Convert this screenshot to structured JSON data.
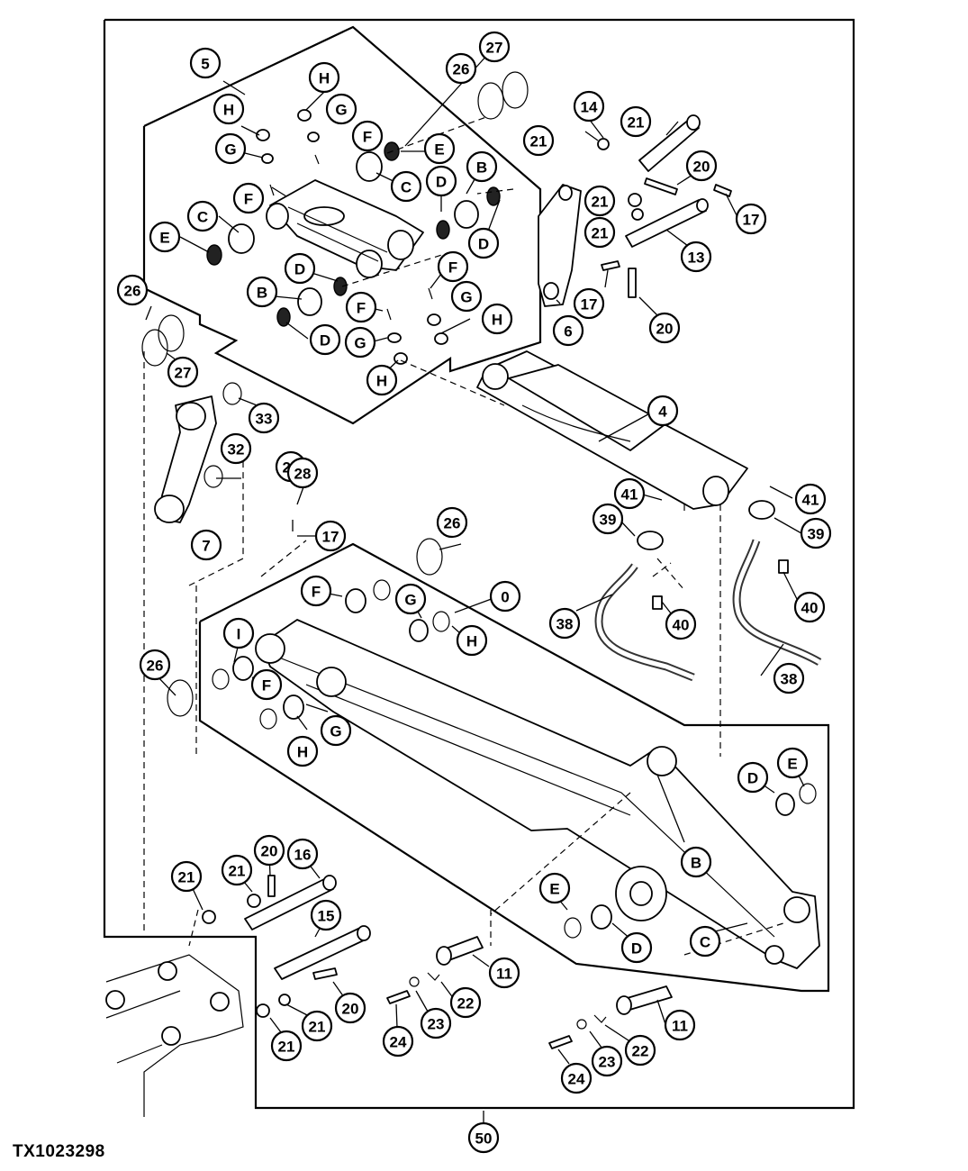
{
  "figure_id": "TX1023298",
  "callouts": [
    {
      "label": "5"
    },
    {
      "label": "H"
    },
    {
      "label": "H"
    },
    {
      "label": "G"
    },
    {
      "label": "G"
    },
    {
      "label": "F"
    },
    {
      "label": "E"
    },
    {
      "label": "C"
    },
    {
      "label": "F"
    },
    {
      "label": "C"
    },
    {
      "label": "E"
    },
    {
      "label": "B"
    },
    {
      "label": "D"
    },
    {
      "label": "D"
    },
    {
      "label": "D"
    },
    {
      "label": "B"
    },
    {
      "label": "F"
    },
    {
      "label": "F"
    },
    {
      "label": "G"
    },
    {
      "label": "D"
    },
    {
      "label": "G"
    },
    {
      "label": "H"
    },
    {
      "label": "H"
    },
    {
      "label": "26"
    },
    {
      "label": "27"
    },
    {
      "label": "26"
    },
    {
      "label": "27"
    },
    {
      "label": "21"
    },
    {
      "label": "14"
    },
    {
      "label": "21"
    },
    {
      "label": "20"
    },
    {
      "label": "21"
    },
    {
      "label": "21"
    },
    {
      "label": "17"
    },
    {
      "label": "13"
    },
    {
      "label": "17"
    },
    {
      "label": "20"
    },
    {
      "label": "6"
    },
    {
      "label": "4"
    },
    {
      "label": "33"
    },
    {
      "label": "32"
    },
    {
      "label": "7"
    },
    {
      "label": "29"
    },
    {
      "label": "28"
    },
    {
      "label": "17"
    },
    {
      "label": "26"
    },
    {
      "label": "0"
    },
    {
      "label": "F"
    },
    {
      "label": "G"
    },
    {
      "label": "H"
    },
    {
      "label": "I"
    },
    {
      "label": "F"
    },
    {
      "label": "G"
    },
    {
      "label": "H"
    },
    {
      "label": "26"
    },
    {
      "label": "41"
    },
    {
      "label": "41"
    },
    {
      "label": "39"
    },
    {
      "label": "39"
    },
    {
      "label": "38"
    },
    {
      "label": "40"
    },
    {
      "label": "40"
    },
    {
      "label": "38"
    },
    {
      "label": "D"
    },
    {
      "label": "E"
    },
    {
      "label": "B"
    },
    {
      "label": "E"
    },
    {
      "label": "D"
    },
    {
      "label": "C"
    },
    {
      "label": "21"
    },
    {
      "label": "21"
    },
    {
      "label": "20"
    },
    {
      "label": "16"
    },
    {
      "label": "15"
    },
    {
      "label": "20"
    },
    {
      "label": "21"
    },
    {
      "label": "21"
    },
    {
      "label": "11"
    },
    {
      "label": "24"
    },
    {
      "label": "23"
    },
    {
      "label": "22"
    },
    {
      "label": "11"
    },
    {
      "label": "24"
    },
    {
      "label": "23"
    },
    {
      "label": "22"
    },
    {
      "label": "50"
    }
  ]
}
